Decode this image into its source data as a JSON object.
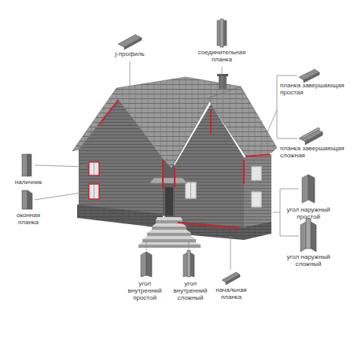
{
  "diagram": {
    "labels": [
      "j-профиль",
      "соединительная планка",
      "планка завершающая простая",
      "планка завершающая сложная",
      "наличник",
      "оконная планка",
      "угол наружный простой",
      "угол наружный сложный",
      "угол внутренний простой",
      "угол внутренний сложный",
      "начальная планка"
    ]
  }
}
